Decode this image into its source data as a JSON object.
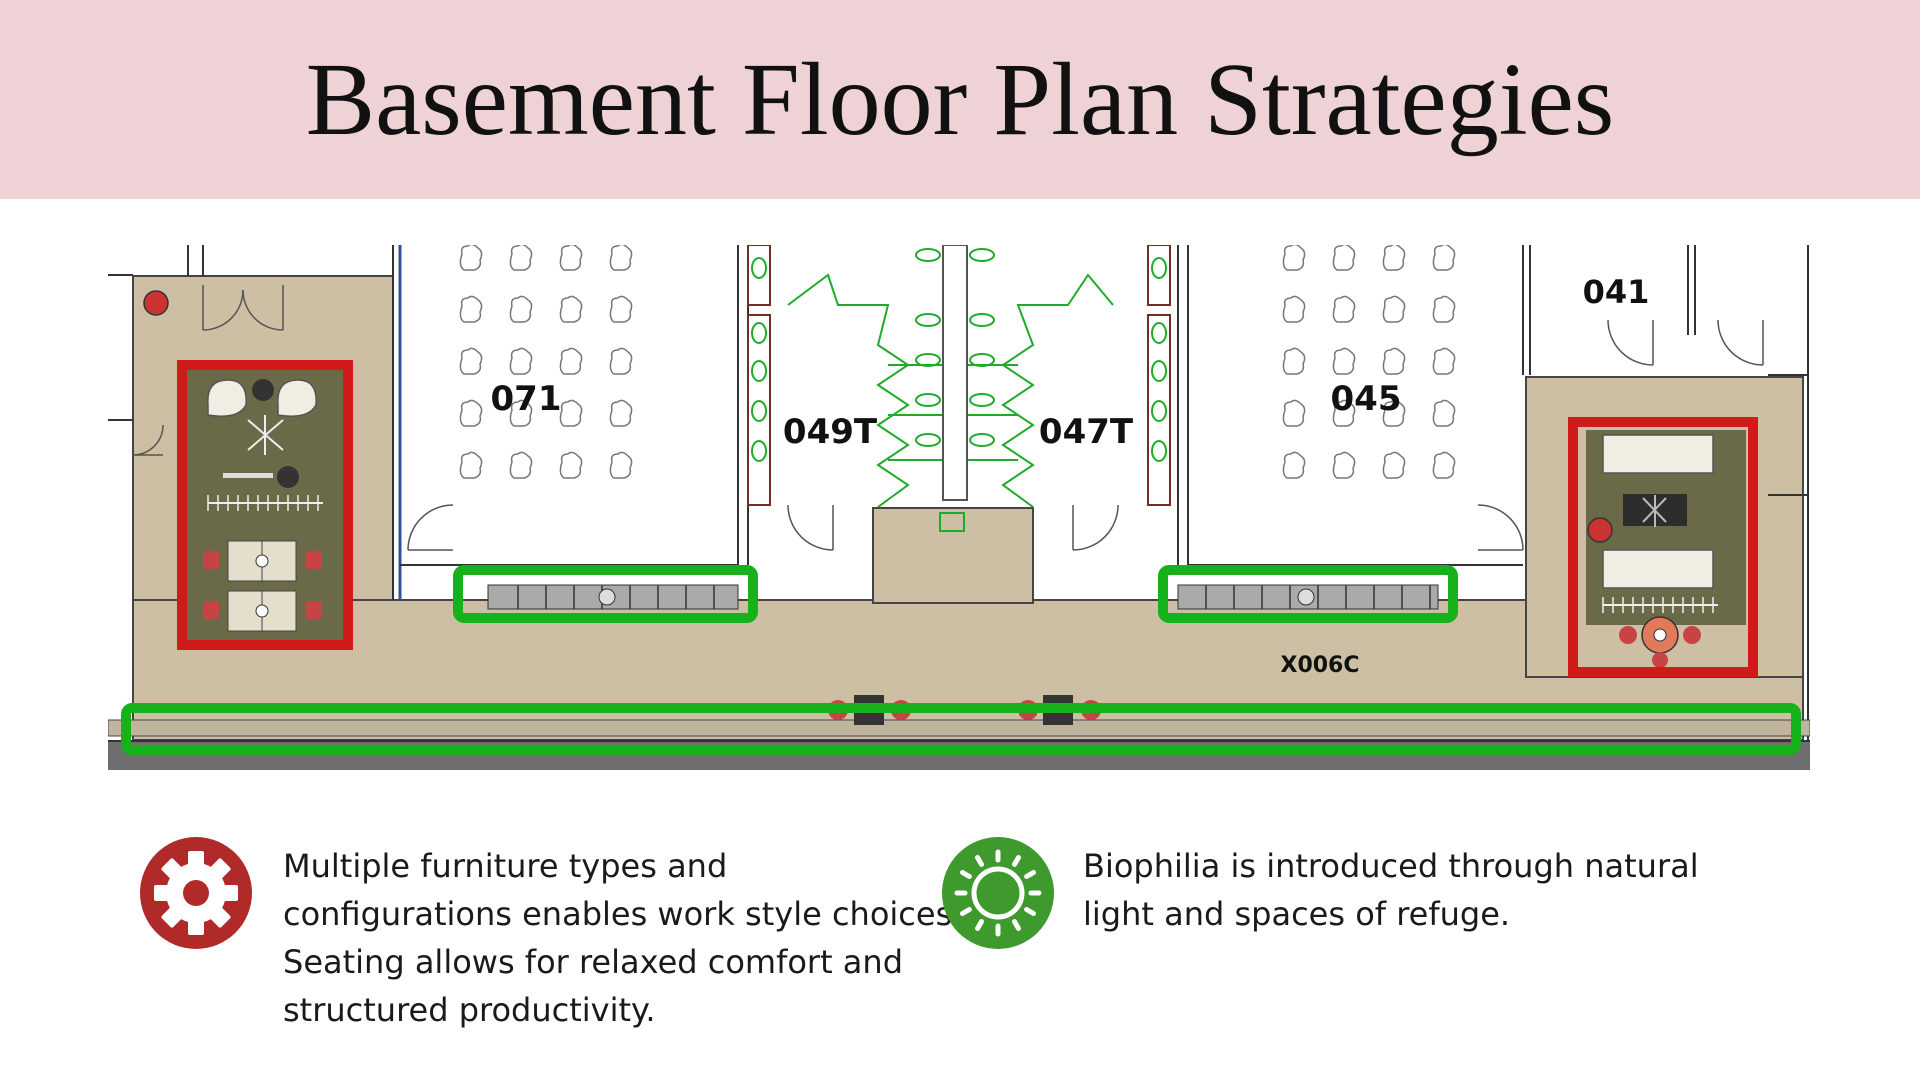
{
  "header": {
    "title": "Basement Floor Plan Strategies",
    "background": "#efd2d6"
  },
  "plan": {
    "room_labels": {
      "r071": "071",
      "r049t": "049T",
      "r047t": "047T",
      "r045": "045",
      "r041": "041",
      "x006c": "X006C"
    },
    "colors": {
      "floor": "#cdbfa4",
      "carpet": "#6a6a48",
      "highlight_red": "#d11a1a",
      "highlight_green": "#17b21b",
      "fixture_green": "#1faa2a"
    }
  },
  "legend": [
    {
      "icon": "gear-icon",
      "color": "#b02a2a",
      "text_lines": [
        "Multiple furniture types and",
        "configurations enables work style choices.",
        "Seating allows for relaxed comfort and",
        "structured productivity."
      ]
    },
    {
      "icon": "sun-icon",
      "color": "#3f9a2e",
      "text_lines": [
        "Biophilia is introduced through natural",
        "light and spaces of refuge."
      ]
    }
  ]
}
